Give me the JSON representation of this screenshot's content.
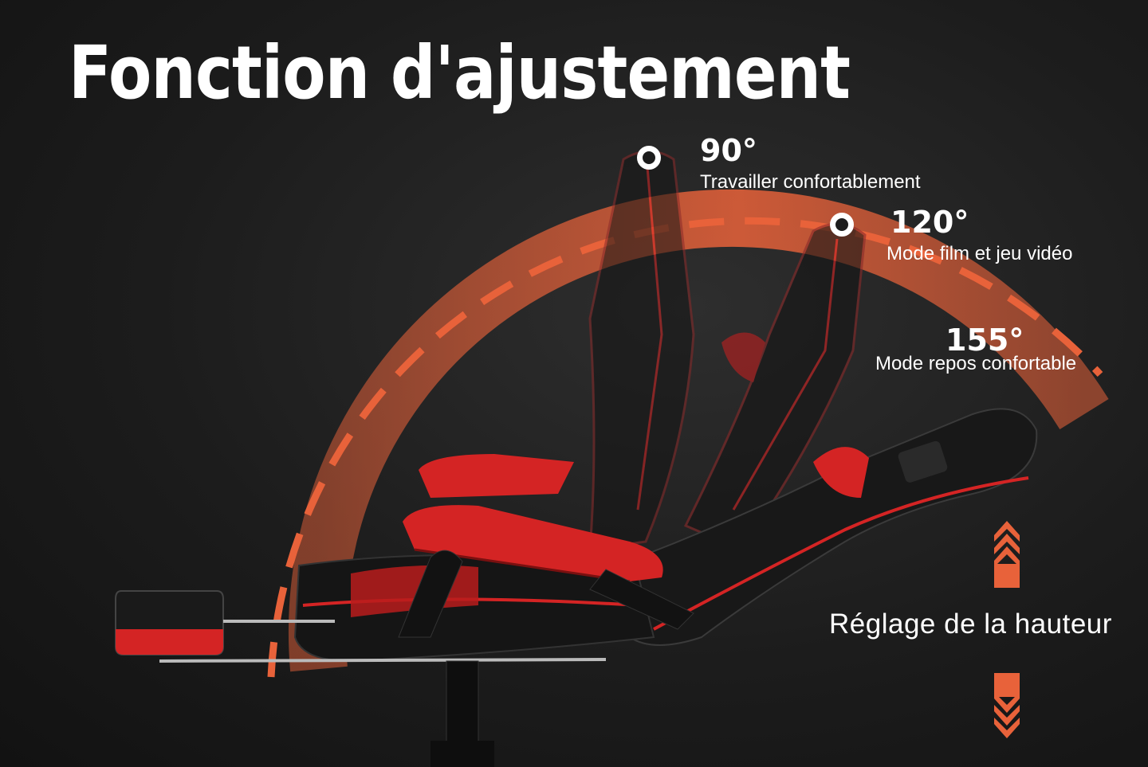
{
  "title": "Fonction d'ajustement",
  "positions": [
    {
      "angle": "90°",
      "label": "Travailler confortablement"
    },
    {
      "angle": "120°",
      "label": "Mode film et jeu vidéo"
    },
    {
      "angle": "155°",
      "label": "Mode repos confortable"
    }
  ],
  "height_label": "Réglage de la hauteur",
  "colors": {
    "accent": "#e8623a",
    "chair_red": "#d42424",
    "chair_black": "#151515",
    "background": "#1c1c1c"
  }
}
